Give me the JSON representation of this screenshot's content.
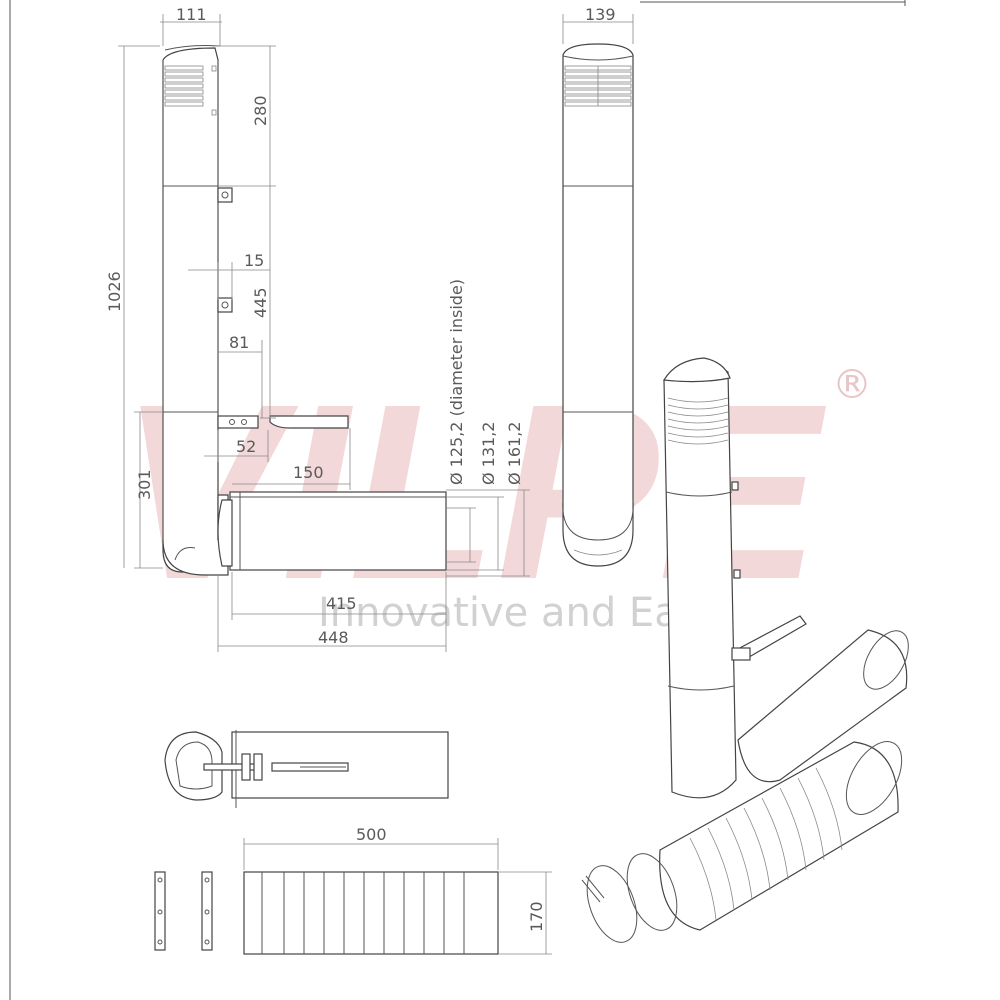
{
  "watermark": {
    "brand": "VILPE",
    "registered_mark": "®",
    "tagline": "Innovative and Easy",
    "color": "#f0d2d2"
  },
  "dimensions": {
    "d111": "111",
    "d139": "139",
    "d280": "280",
    "d1026": "1026",
    "d15": "15",
    "d445": "445",
    "d81": "81",
    "d52": "52",
    "d150": "150",
    "d301": "301",
    "d415": "415",
    "d448": "448",
    "d500": "500",
    "d170": "170",
    "dia_inside": "Ø 125,2 (diameter inside)",
    "dia_131": "Ø 131,2",
    "dia_161": "Ø 161,2"
  }
}
